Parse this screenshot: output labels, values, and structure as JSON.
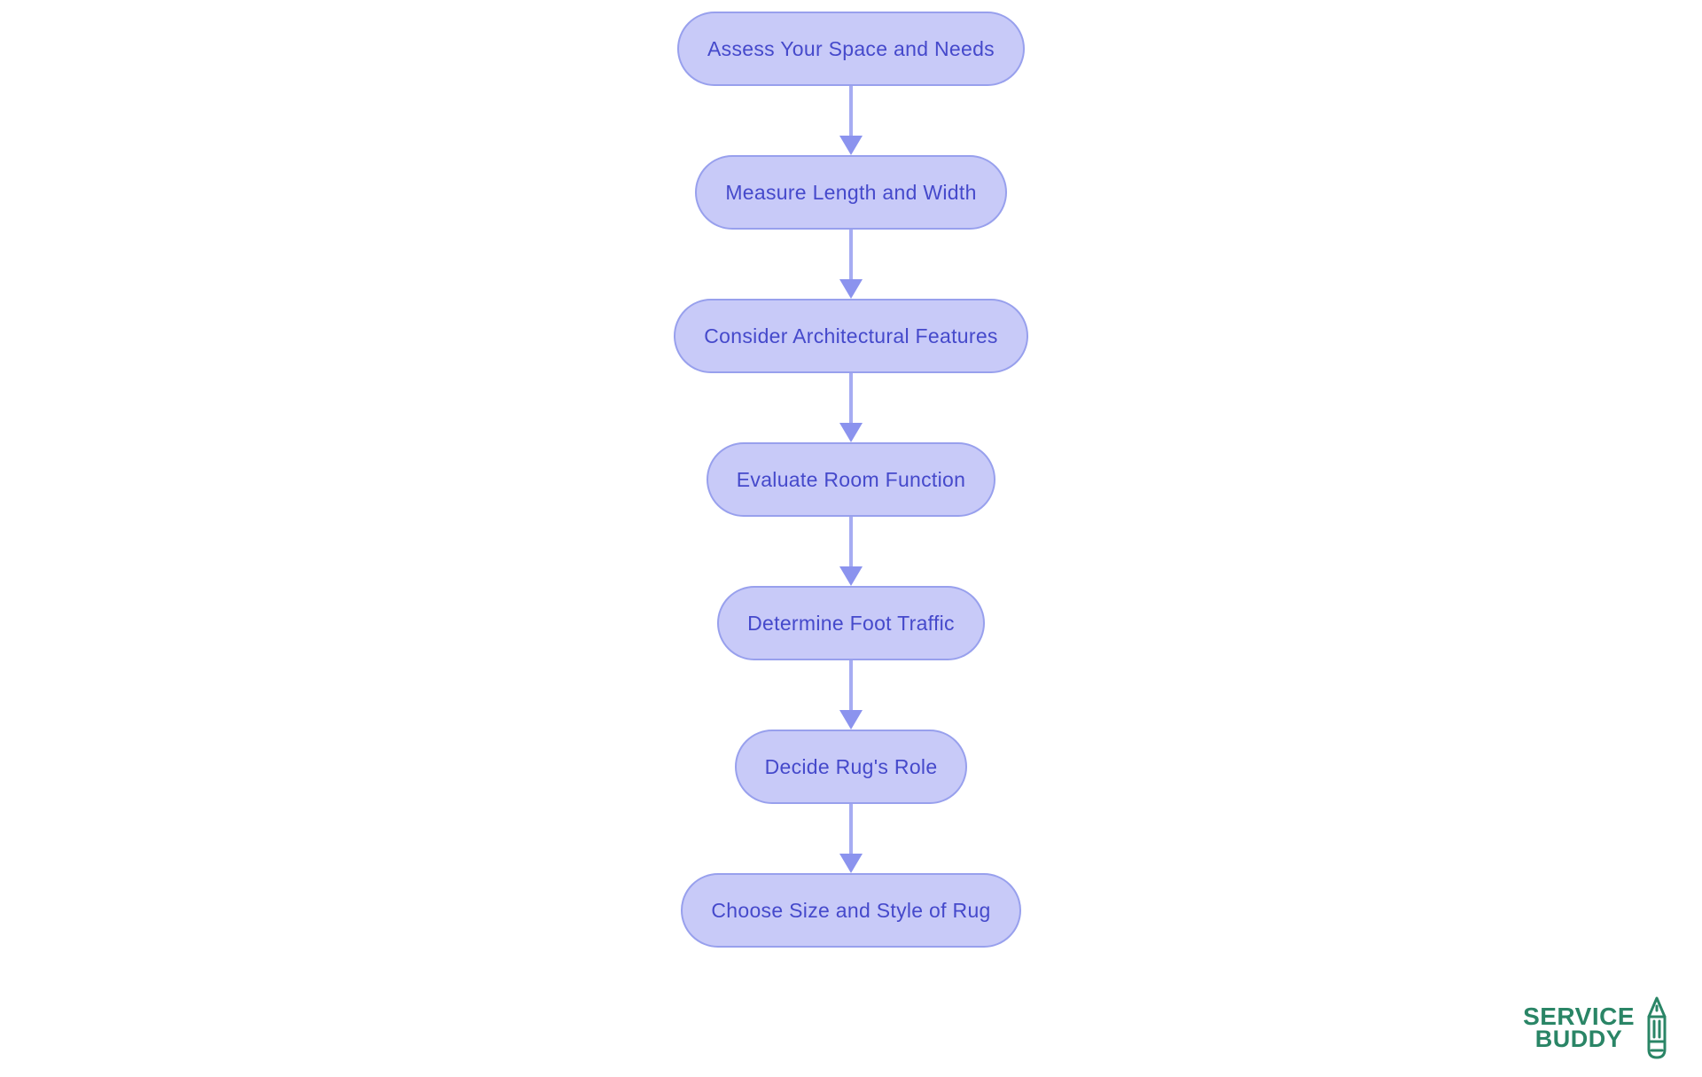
{
  "diagram": {
    "type": "flowchart",
    "direction": "top-down",
    "nodes": [
      {
        "id": 1,
        "label": "Assess Your Space and Needs"
      },
      {
        "id": 2,
        "label": "Measure Length and Width"
      },
      {
        "id": 3,
        "label": "Consider Architectural Features"
      },
      {
        "id": 4,
        "label": "Evaluate Room Function"
      },
      {
        "id": 5,
        "label": "Determine Foot Traffic"
      },
      {
        "id": 6,
        "label": "Decide Rug's Role"
      },
      {
        "id": 7,
        "label": "Choose Size and Style of Rug"
      }
    ],
    "edges": [
      {
        "from": 1,
        "to": 2
      },
      {
        "from": 2,
        "to": 3
      },
      {
        "from": 3,
        "to": 4
      },
      {
        "from": 4,
        "to": 5
      },
      {
        "from": 5,
        "to": 6
      },
      {
        "from": 6,
        "to": 7
      }
    ]
  },
  "branding": {
    "logo_line1": "SERVICE",
    "logo_line2": "BUDDY",
    "logo_icon": "pencil-icon"
  },
  "colors": {
    "background": "#ffffff",
    "node_fill": "#c8caf8",
    "node_border": "#98a0ed",
    "node_text": "#4549cb",
    "connector_line": "#a6acf2",
    "arrowhead": "#8b93ee",
    "logo_green": "#2a8566"
  }
}
